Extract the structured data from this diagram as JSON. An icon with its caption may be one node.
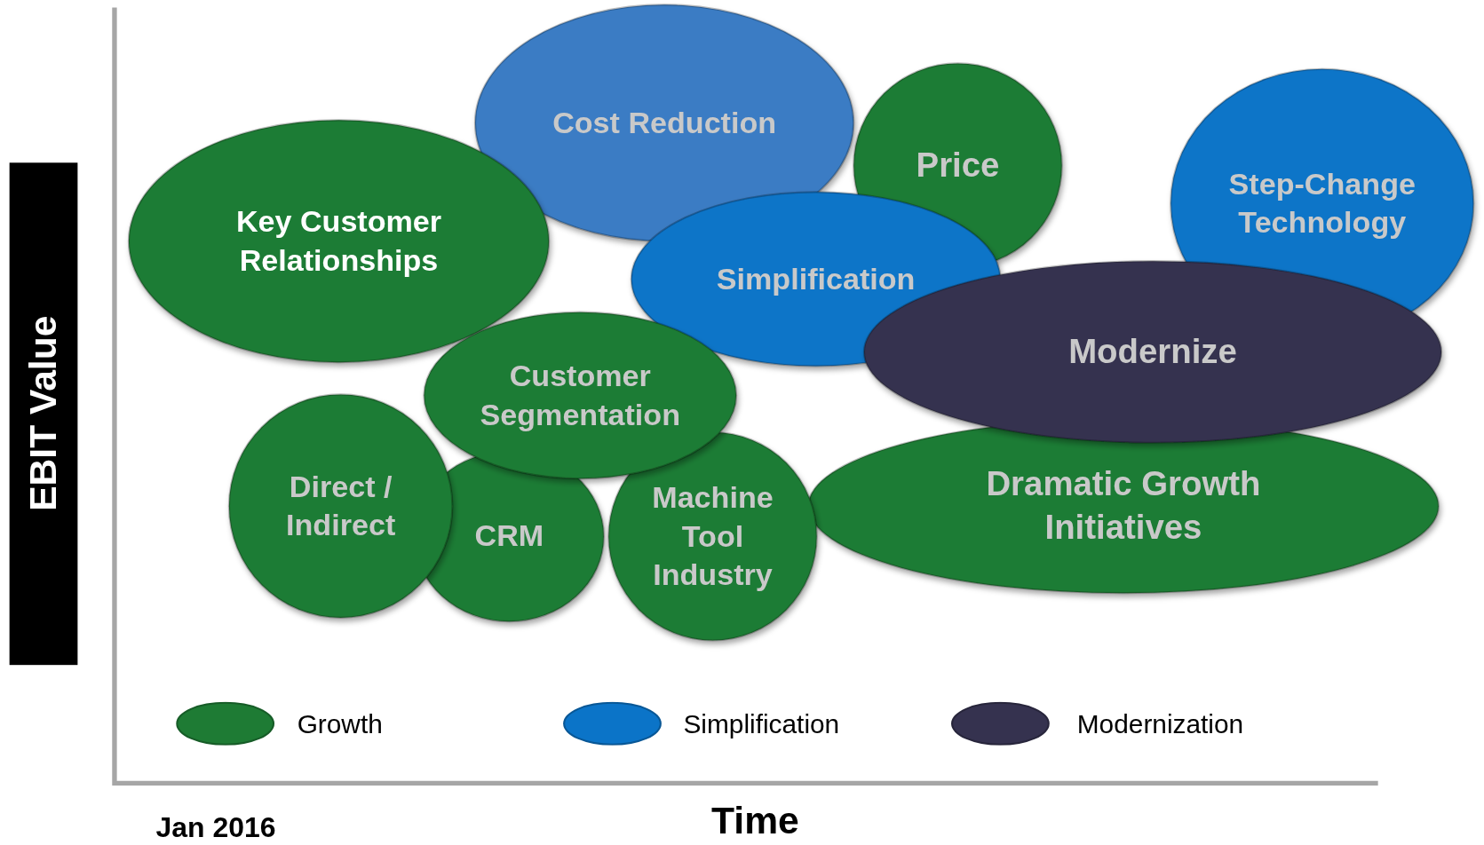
{
  "diagram": {
    "nodes": [
      {
        "text": [
          "Cost Reduction"
        ]
      },
      {
        "text": [
          "Price"
        ]
      },
      {
        "text": [
          "Step-Change Technology"
        ]
      },
      {
        "text": [
          "Key Customer Relationships"
        ]
      },
      {
        "text": [
          "Simplification"
        ]
      },
      {
        "text": [
          "Modernize"
        ]
      },
      {
        "text": [
          "Customer Segmentation"
        ]
      },
      {
        "text": [
          "Direct / Indirect"
        ]
      },
      {
        "text": [
          "CRM"
        ]
      },
      {
        "text": [
          "Machine Tool Industry"
        ]
      },
      {
        "text": [
          "Dramatic Growth Initiatives"
        ]
      }
    ],
    "labels": [
      "EBIT Value",
      "Time",
      "Jan 2016"
    ],
    "legend": [
      {
        "text": "Growth",
        "color": "#1e7b34"
      },
      {
        "text": "Simplification",
        "color": "#0b74c8"
      },
      {
        "text": "Modernization",
        "color": "#35324f"
      }
    ]
  }
}
